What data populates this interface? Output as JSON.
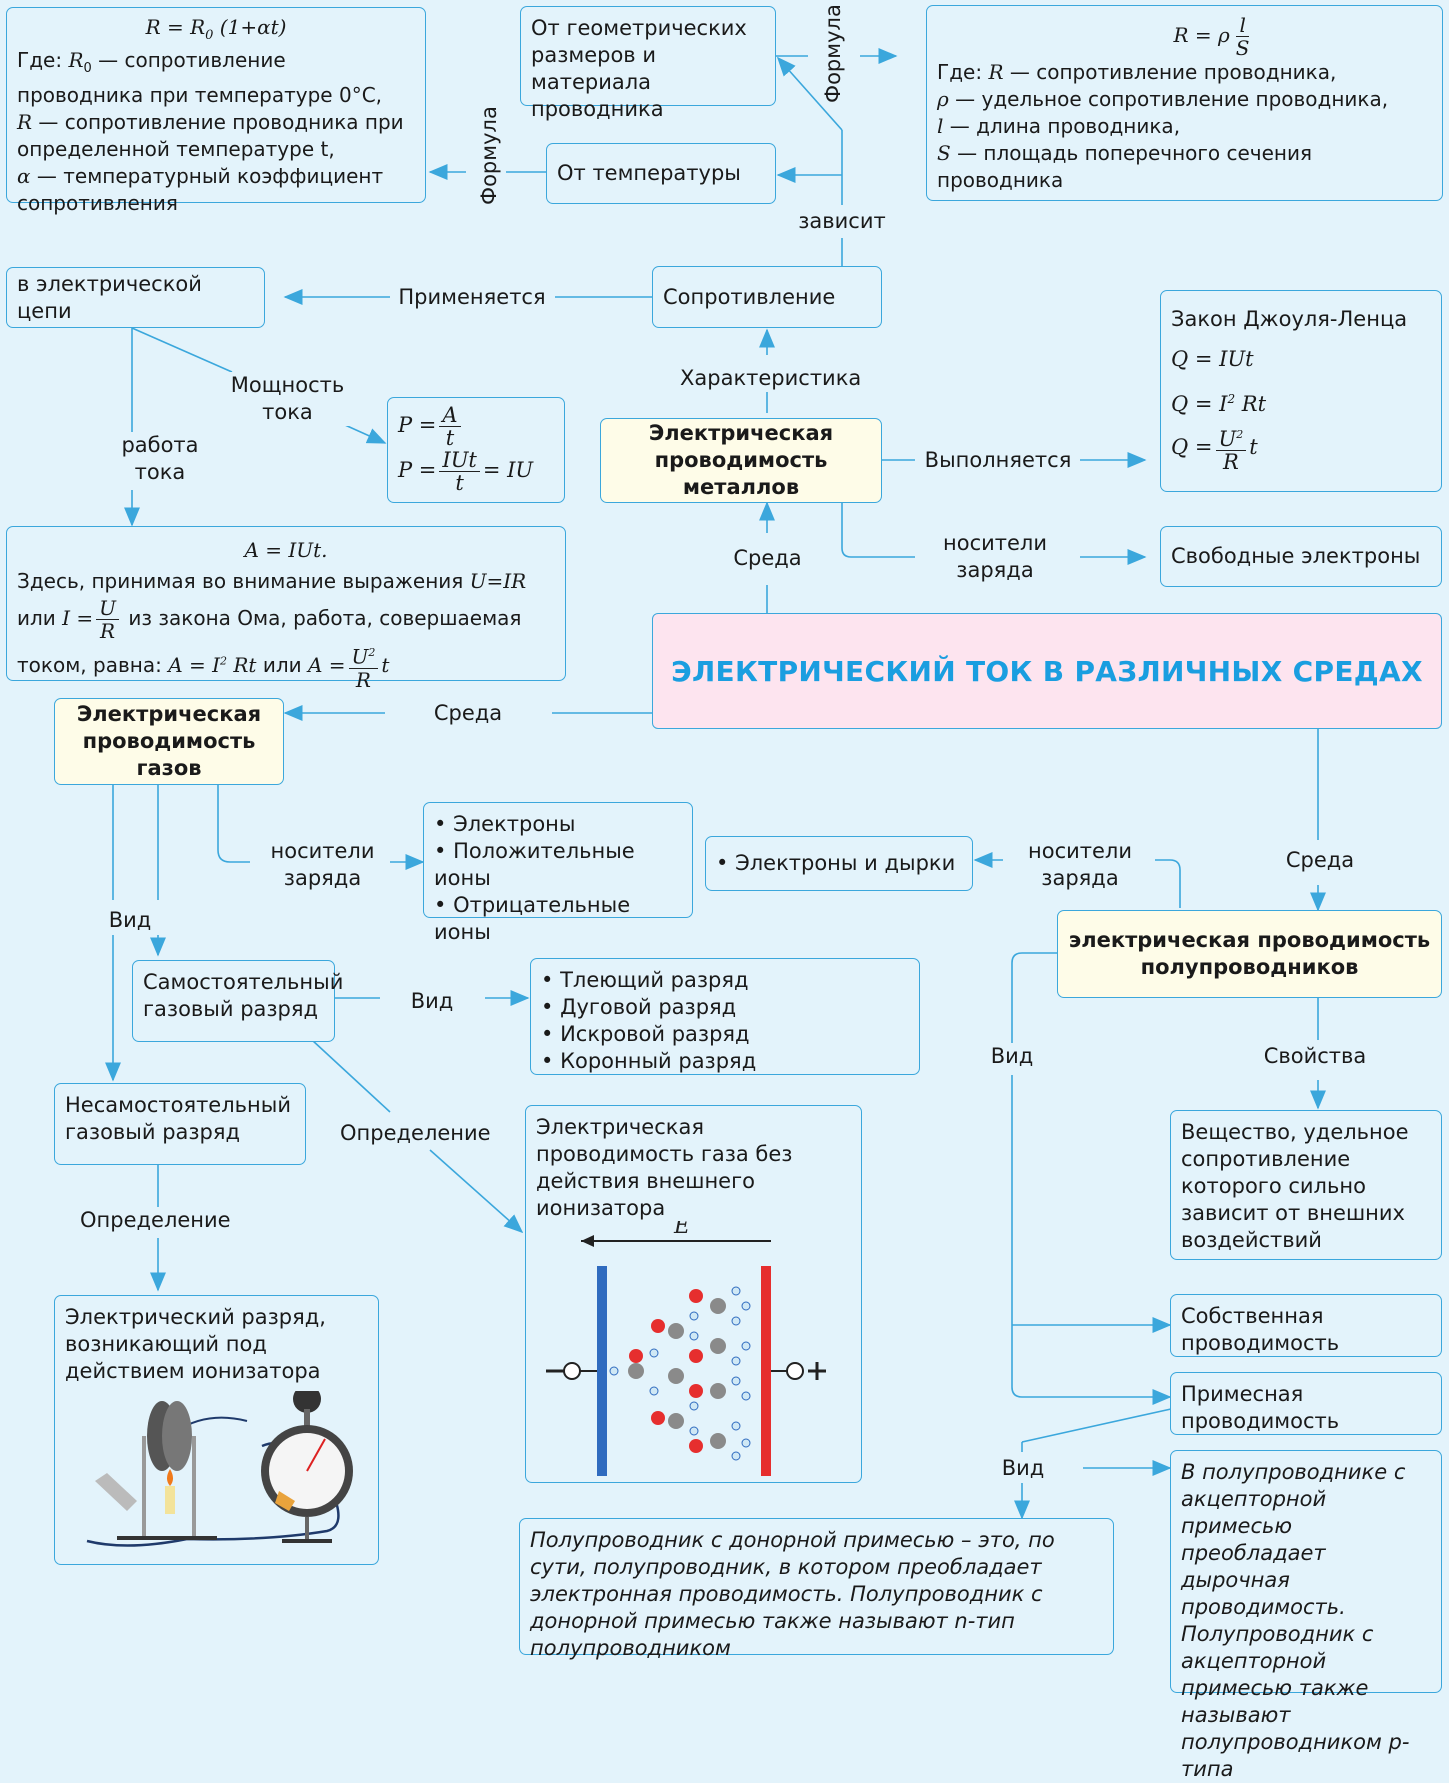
{
  "title": "ЭЛЕКТРИЧЕСКИЙ ТОК В РАЗЛИЧНЫХ СРЕДАХ",
  "labels": {
    "sreda": "Среда",
    "formula": "Формула",
    "zavisit": "зависит",
    "primenyaetsya": "Применяется",
    "harakteristika": "Характеристика",
    "vypolnyaetsya": "Выполняется",
    "nositeli": "носители заряда",
    "moshchnost": "Мощность тока",
    "rabota": "работа тока",
    "vid": "Вид",
    "opredelenie": "Определение",
    "svoystva": "Свойства"
  },
  "metals": {
    "name": "Электрическая проводимость металлов",
    "resistance": "Сопротивление",
    "geometry": "От геометрических размеров и материала проводника",
    "temperature": "От температуры",
    "circuit": "в электрической цепи",
    "carriers": "Свободные электроны",
    "joule_title": "Закон Джоуля-Ленца",
    "res_formula_text": {
      "where": "Где:",
      "r": "— сопротивление проводника,",
      "rho": "— удельное сопротивление проводника,",
      "l": "— длина проводника,",
      "s": "— площадь поперечного сечения проводника"
    },
    "temp_formula_text": {
      "where": "Где:",
      "r0": "— сопротивление проводника при температуре 0°C,",
      "r": "— сопротивление проводника при определенной температуре t,",
      "alpha": "— температурный коэффициент сопротивления"
    },
    "work_text": {
      "line1": "Здесь, принимая во внимание выражения",
      "or": "или",
      "ohm": "из закона Ома, работа, совершаемая",
      "equals": "током, равна:",
      "or2": "или"
    }
  },
  "gases": {
    "name": "Электрическая проводимость газов",
    "carriers": [
      "Электроны",
      "Положительные ионы",
      "Отрицательные ионы"
    ],
    "self": "Самостоятельный газовый разряд",
    "self_types": [
      "Тлеющий разряд",
      "Дуговой разряд",
      "Искровой разряд",
      "Коронный разряд"
    ],
    "self_def": "Электрическая проводимость газа без действия внешнего ионизатора",
    "nonself": "Несамостоятельный газовый разряд",
    "nonself_def": "Электрический разряд, возникающий под действием ионизатора"
  },
  "semis": {
    "name": "электрическая проводимость полупроводников",
    "carriers": [
      "Электроны и дырки"
    ],
    "property": "Вещество, удельное сопротивление которого сильно зависит от внешних воздействий",
    "intrinsic": "Собственная проводимость",
    "impurity": "Примесная проводимость",
    "donor": "Полупроводник с донорной примесью – это, по сути, полупроводник, в котором преобладает электронная проводимость. Полупроводник с донорной примесью также называют n-тип полупроводником",
    "acceptor": "В полупроводнике с акцепторной примесью преобладает дырочная проводимость. Полупроводник с акцепторной примесью также называют полупроводником p-типа"
  },
  "colors": {
    "border": "#3ba7dc",
    "accent": "#1a9ee0",
    "title_bg": "#fde4ef",
    "yellow": "#fefce8",
    "bg": "#e3f3fb"
  }
}
